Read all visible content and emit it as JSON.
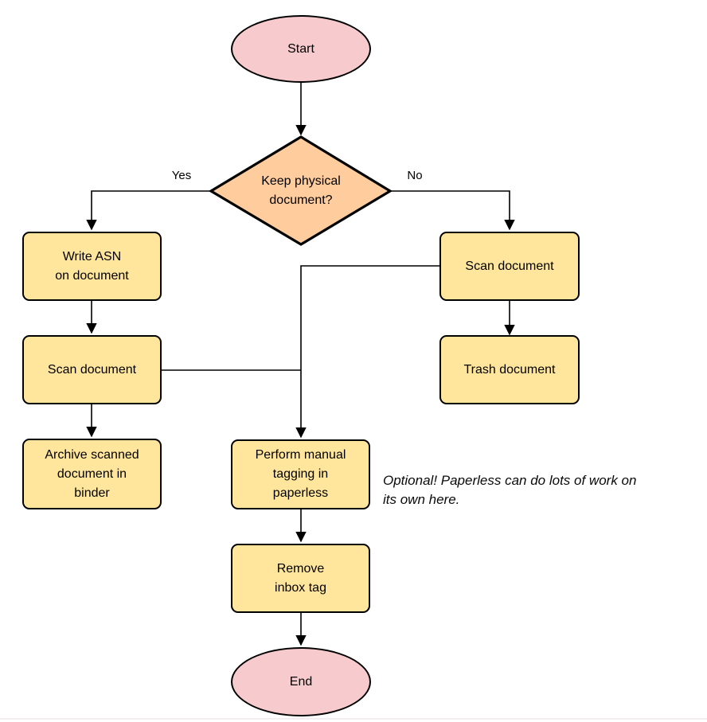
{
  "diagram": {
    "colors": {
      "terminal_fill": "#F7CBCD",
      "decision_fill": "#FFCC9E",
      "process_fill": "#FFE69C",
      "stroke": "#000000"
    },
    "nodes": {
      "start": {
        "label": "Start"
      },
      "decision": {
        "lines": [
          "Keep physical",
          "document?"
        ]
      },
      "write_asn": {
        "lines": [
          "Write ASN",
          "on document"
        ]
      },
      "scan_left": {
        "label": "Scan document"
      },
      "archive": {
        "lines": [
          "Archive scanned",
          "document in",
          "binder"
        ]
      },
      "scan_right": {
        "label": "Scan document"
      },
      "trash": {
        "label": "Trash document"
      },
      "tagging": {
        "lines": [
          "Perform manual",
          "tagging in",
          "paperless"
        ]
      },
      "remove_inbox": {
        "lines": [
          "Remove",
          "inbox tag"
        ]
      },
      "end": {
        "label": "End"
      }
    },
    "edge_labels": {
      "yes": "Yes",
      "no": "No"
    },
    "annotation": {
      "lines": [
        "Optional! Paperless can do lots of work on",
        "its own here."
      ]
    }
  }
}
